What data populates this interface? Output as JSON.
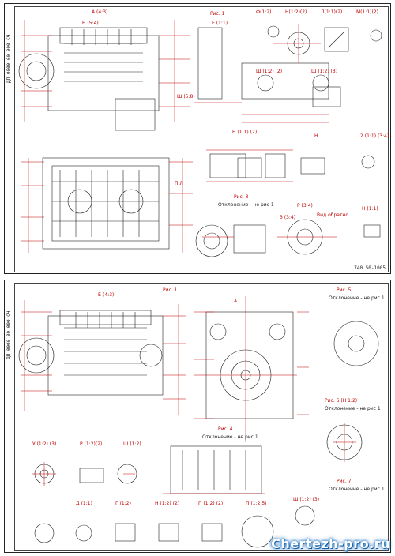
{
  "sheets": {
    "top": {
      "stamp_left": "ДП 0000-00 000 СЧ",
      "stamp_bottom_right": "740.50-1005",
      "labels": {
        "a_view": "А (4:3)",
        "h_view": "Н (5:4)",
        "ris1": "Рис. 1",
        "e_view": "Е (1:1)",
        "g_view": "Ф(1:2)",
        "h122": "Н(1:2)(2)",
        "l112": "Л(1:1)(2)",
        "m112": "М(1:1)(2)",
        "w112": "Ш (1:2) (3)",
        "l_view": "Ш (1:2) (2)",
        "c_view": "Ш (5:8)",
        "h_detail": "Н (1:1) (2)",
        "h_small": "Н",
        "two_view": "2 (1:1) (3:4)",
        "pj_view": "П Л",
        "ris3": "Рис. 3",
        "ris3_note": "Отклонение - не рис 1",
        "r_view": "Р (3:4)",
        "vid_obrat": "Вид обратно",
        "i_view": "Н (1:1)",
        "z_view": "З (3:4)"
      }
    },
    "bottom": {
      "stamp_left": "ДП 0000-00 000 СЧ",
      "labels": {
        "b_view": "Б (4:3)",
        "ris1": "Рис. 1",
        "ris5": "Рис. 5",
        "ris5_note": "Отклонение - не рис 1",
        "a_small": "А",
        "ris6": "Рис. 6 (Н 1:2)",
        "ris6_note": "Отклонение - не рис 1",
        "ris4": "Рис. 4",
        "ris4_note": "Отклонение - не рис 1",
        "u_view": "У (1:2) (3)",
        "r_view": "Р (1:2)(2)",
        "sh_view": "Ш (1:2)",
        "d_view": "Д (1:1)",
        "g_view": "Г (1:2)",
        "n_view": "Н (1:2) (2)",
        "p_view": "П (1:2) (2)",
        "p2_view": "П (1:2.5)",
        "sh2_view": "Ш (1:2) (3)",
        "ris7": "Рис. 7",
        "ris7_note": "Отклонение - не рис 1"
      }
    }
  },
  "watermark": "Chertezh-pro.ru",
  "colors": {
    "ink": "#c00000",
    "line": "#222222",
    "frame": "#444444",
    "brand": "#1a6fbf"
  }
}
